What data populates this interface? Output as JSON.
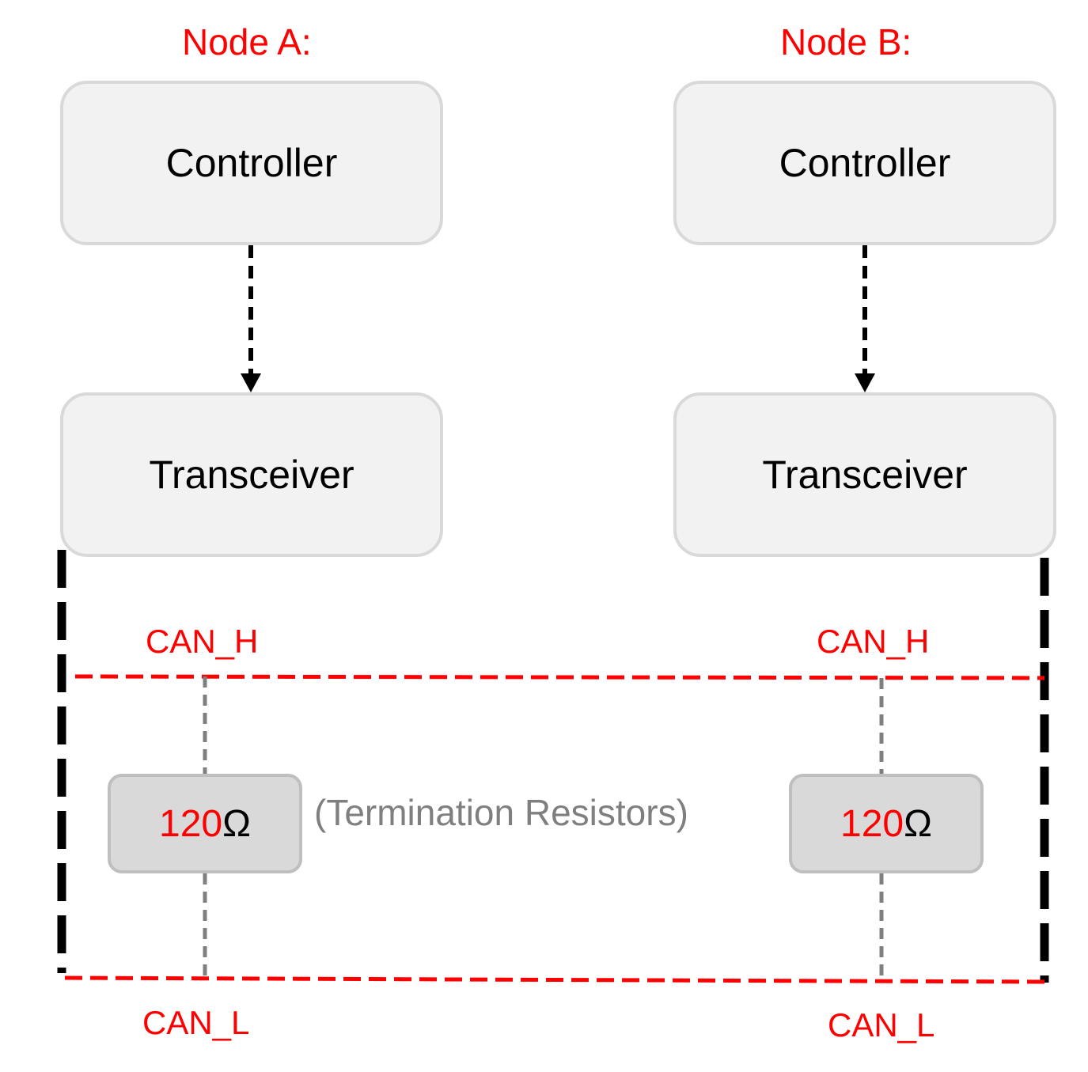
{
  "node_a": {
    "title": "Node A:",
    "controller_label": "Controller",
    "transceiver_label": "Transceiver",
    "can_h_label": "CAN_H",
    "can_l_label": "CAN_L",
    "resistor": {
      "value": "120",
      "unit": "Ω"
    }
  },
  "node_b": {
    "title": "Node B:",
    "controller_label": "Controller",
    "transceiver_label": "Transceiver",
    "can_h_label": "CAN_H",
    "can_l_label": "CAN_L",
    "resistor": {
      "value": "120",
      "unit": "Ω"
    }
  },
  "termination_note": "(Termination Resistors)",
  "colors": {
    "bus_line": "#ff0000",
    "box_fill": "#f2f2f2",
    "box_border": "#d9d9d9",
    "resistor_fill": "#d9d9d9",
    "resistor_border": "#bfbfbf",
    "stub_line": "#7f7f7f",
    "node_wire": "#000000"
  }
}
